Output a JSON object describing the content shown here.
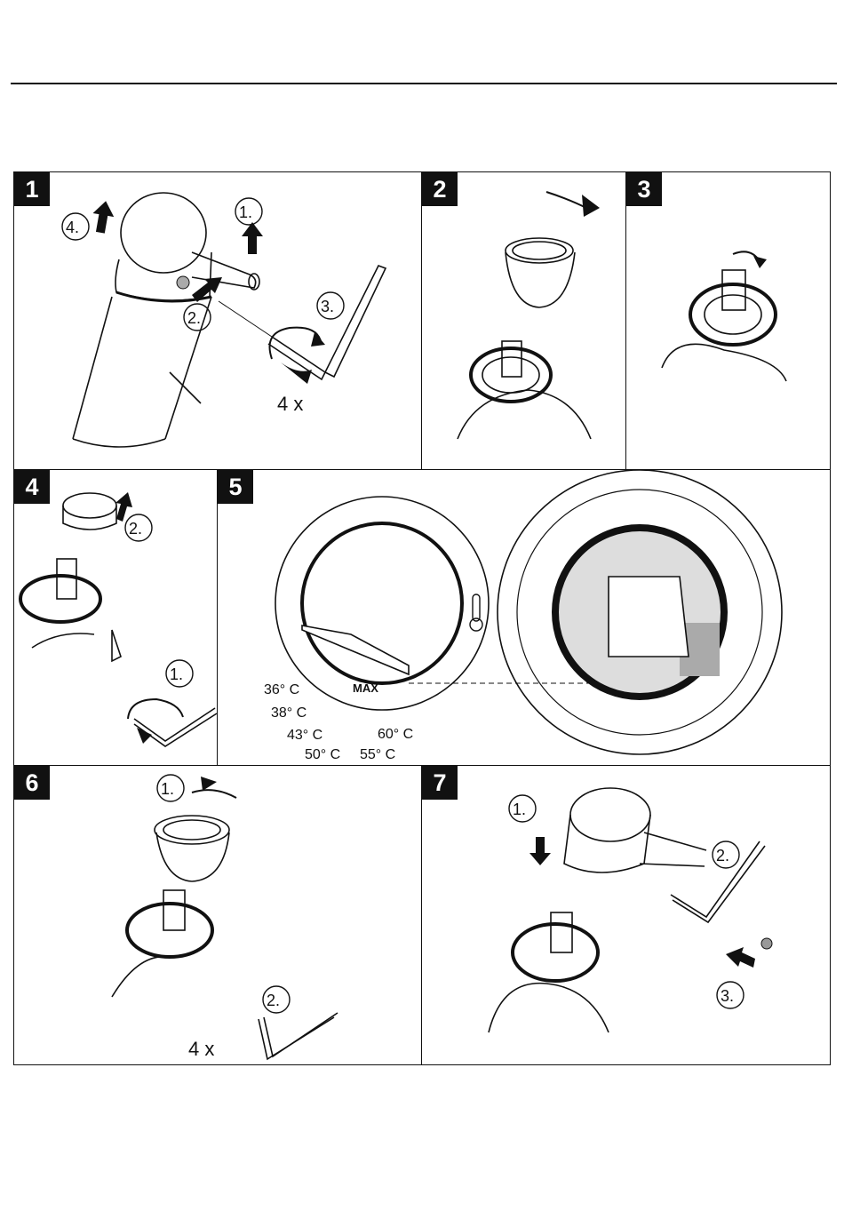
{
  "panels": [
    {
      "step": "1",
      "callouts": [
        "1.",
        "2.",
        "3.",
        "4."
      ],
      "repeat": "4 x"
    },
    {
      "step": "2"
    },
    {
      "step": "3"
    },
    {
      "step": "4",
      "callouts": [
        "1.",
        "2."
      ]
    },
    {
      "step": "5",
      "temperatures": [
        "36° C",
        "38° C",
        "43° C",
        "50° C",
        "55° C",
        "60° C"
      ],
      "dial_label": "MAX"
    },
    {
      "step": "6",
      "callouts": [
        "1.",
        "2."
      ],
      "repeat": "4 x"
    },
    {
      "step": "7",
      "callouts": [
        "1.",
        "2.",
        "3."
      ]
    }
  ],
  "icons": [
    "thermometer-icon",
    "hex-key-icon",
    "rotation-arrow-icon",
    "push-arrow-icon"
  ]
}
